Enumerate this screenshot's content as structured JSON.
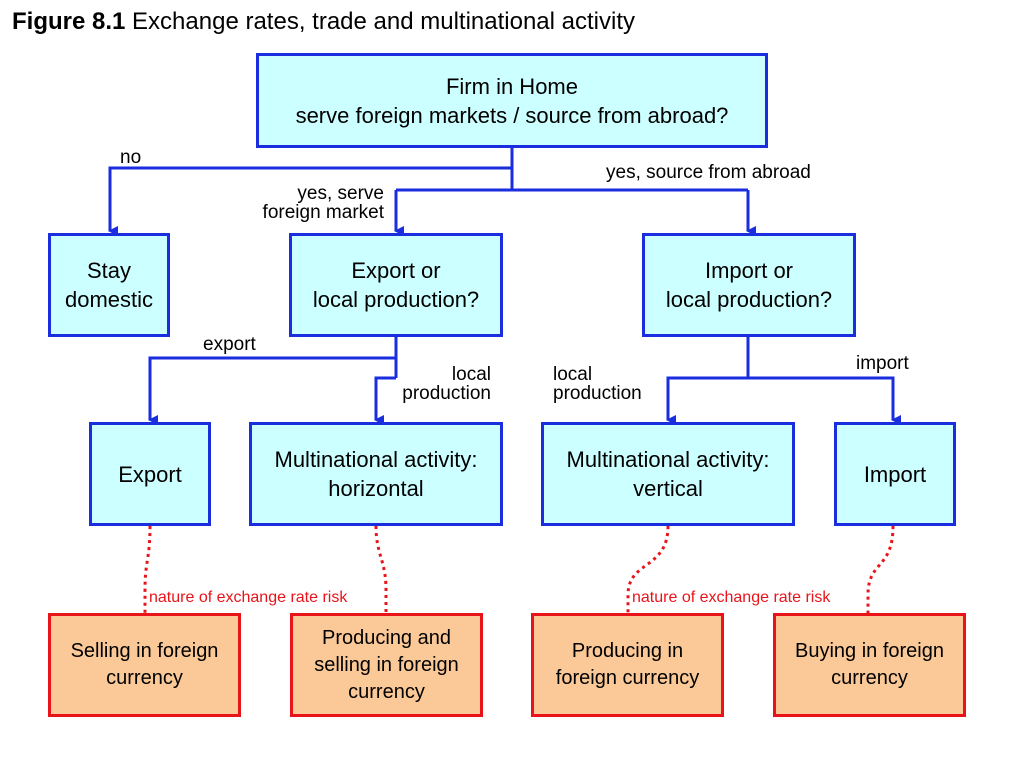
{
  "title": {
    "number": "Figure 8.1",
    "text": "Exchange rates, trade and multinational activity"
  },
  "nodes": {
    "firm": {
      "line1": "Firm in Home",
      "line2": "serve foreign markets / source from abroad?"
    },
    "stay": {
      "line1": "Stay",
      "line2": "domestic"
    },
    "export_or": {
      "line1": "Export or",
      "line2": "local production?"
    },
    "import_or": {
      "line1": "Import or",
      "line2": "local production?"
    },
    "export": {
      "line1": "Export"
    },
    "mn_horizontal": {
      "line1": "Multinational activity:",
      "line2": "horizontal"
    },
    "mn_vertical": {
      "line1": "Multinational activity:",
      "line2": "vertical"
    },
    "import": {
      "line1": "Import"
    }
  },
  "outcomes": {
    "selling": {
      "line1": "Selling in foreign",
      "line2": "currency"
    },
    "producing_selling": {
      "line1": "Producing and",
      "line2": "selling in foreign",
      "line3": "currency"
    },
    "producing": {
      "line1": "Producing in",
      "line2": "foreign currency"
    },
    "buying": {
      "line1": "Buying in foreign",
      "line2": "currency"
    }
  },
  "edge_labels": {
    "no": "no",
    "yes_serve_1": "yes, serve",
    "yes_serve_2": "foreign market",
    "yes_source": "yes, source from abroad",
    "export": "export",
    "local_prod_left_1": "local",
    "local_prod_left_2": "production",
    "local_prod_right_1": "local",
    "local_prod_right_2": "production",
    "import": "import"
  },
  "risk_labels": {
    "left": "nature of exchange rate risk",
    "right": "nature of exchange rate risk"
  },
  "colors": {
    "decision_fill": "#ccffff",
    "decision_border": "#1a2ee0",
    "outcome_fill": "#fbc998",
    "outcome_border": "#e8141a",
    "arrow": "#1a2ee0",
    "risk_line": "#e8141a"
  }
}
